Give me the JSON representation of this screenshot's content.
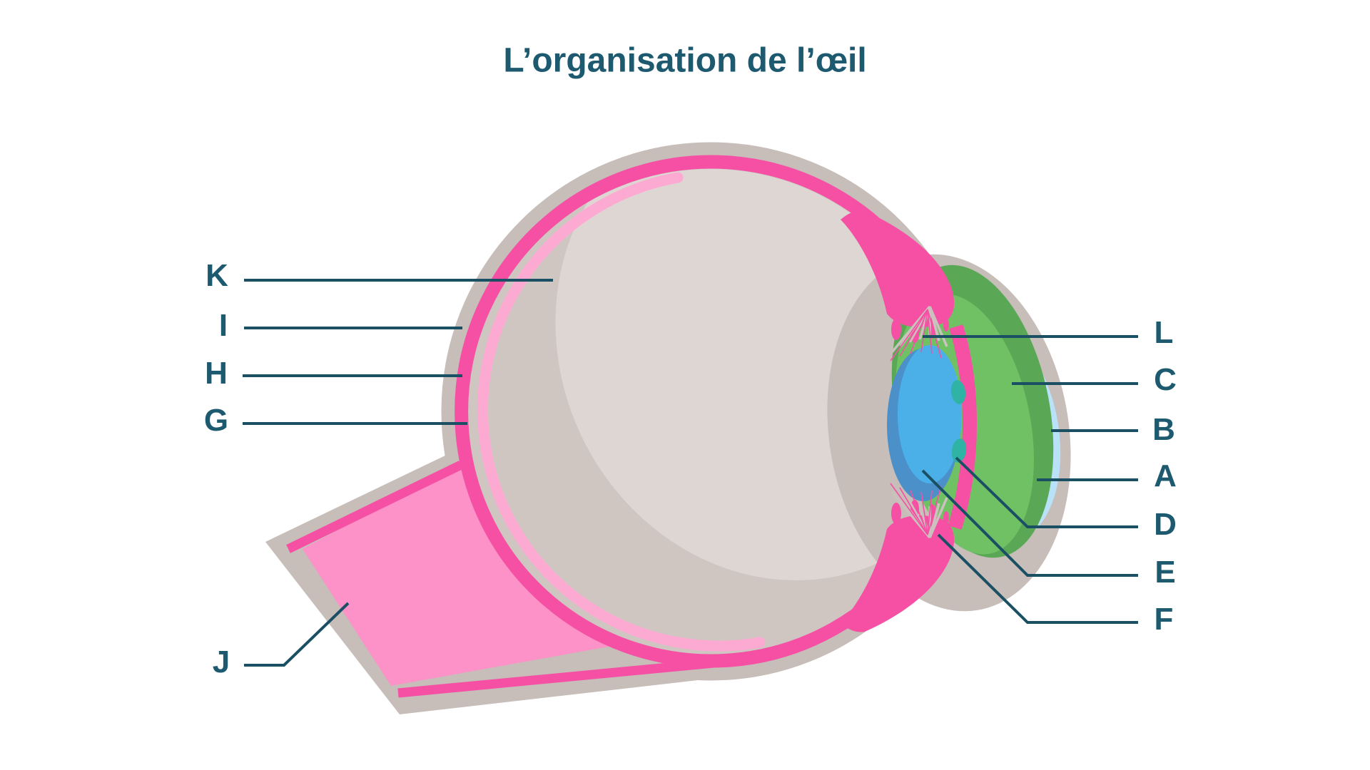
{
  "title": "L’organisation de l’œil",
  "labels": {
    "K": "K",
    "I": "I",
    "H": "H",
    "G": "G",
    "J": "J",
    "L": "L",
    "C": "C",
    "B": "B",
    "A": "A",
    "D": "D",
    "E": "E",
    "F": "F"
  },
  "colors": {
    "text": "#1d5a70",
    "line": "#1b5064",
    "sclera": "#c7bdb9",
    "choroid": "#f650a4",
    "retina": "#fdaad2",
    "optic_nerve": "#fc92c7",
    "vitreous_shadow": "#cfc6c2",
    "vitreous": "#ded6d2",
    "iris_dark": "#5aa855",
    "iris": "#6fc163",
    "cornea": "#b9e2f8",
    "lens": "#4cb0e8",
    "lens_dark": "#4b90c9",
    "ciliary_muscle": "#2eb3a4",
    "fibers": "#cbc1bd"
  }
}
